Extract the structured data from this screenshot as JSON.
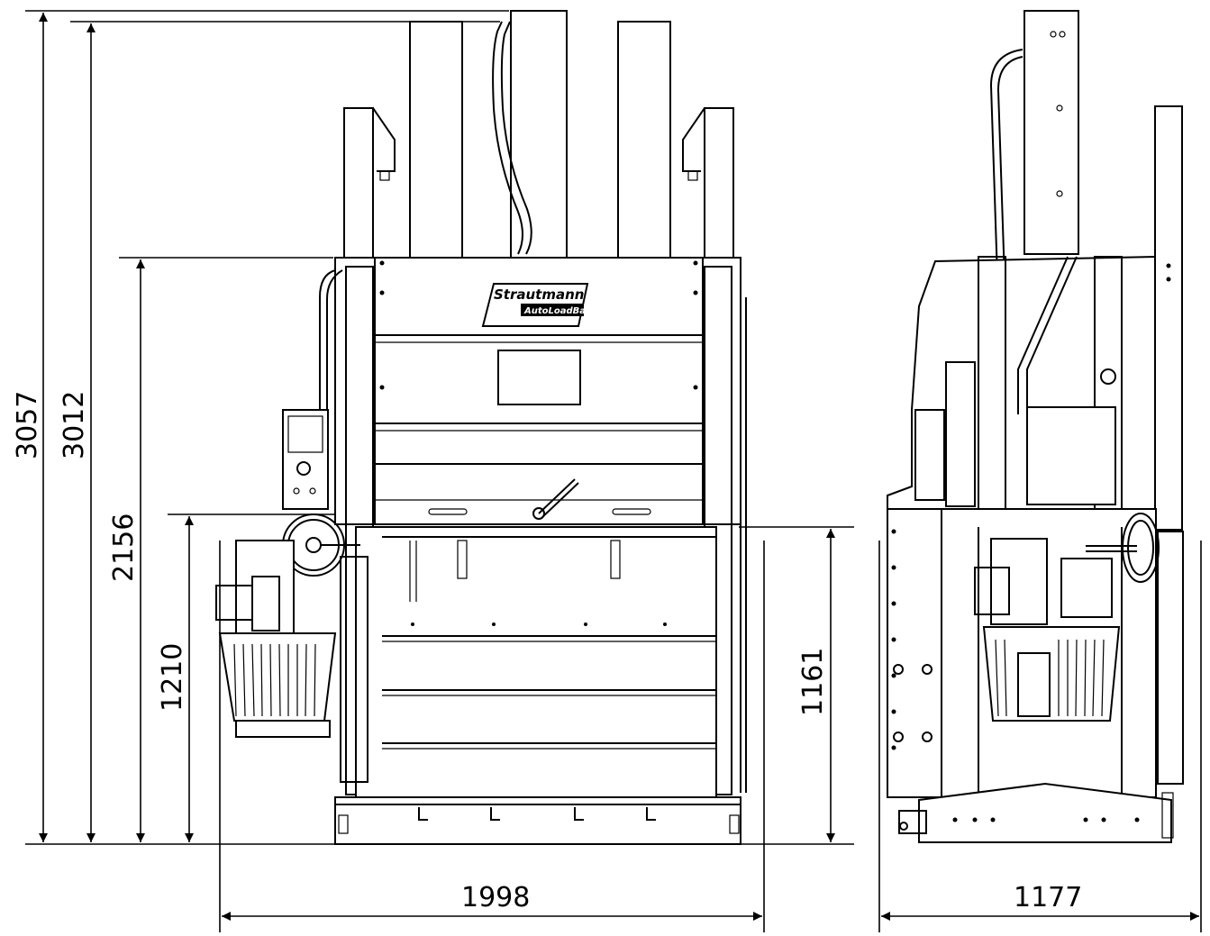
{
  "dimensions": {
    "overall_height": "3057",
    "frame_height": "3012",
    "door_top_height": "2156",
    "chamber_height": "1210",
    "loading_height": "1161",
    "front_width": "1998",
    "side_depth": "1177"
  },
  "logo": {
    "brand": "Strautmann",
    "model": "AutoLoadBale"
  }
}
